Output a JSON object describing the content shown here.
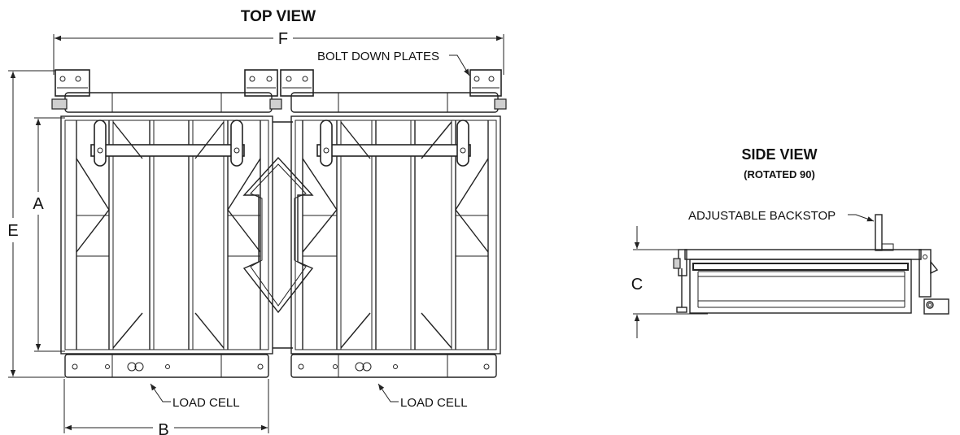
{
  "top_view": {
    "title": "TOP VIEW",
    "callout_bolt_plates": "BOLT DOWN PLATES",
    "callout_load_cell_left": "LOAD CELL",
    "callout_load_cell_right": "LOAD CELL",
    "dims": {
      "F": "F",
      "E": "E",
      "A": "A",
      "B": "B"
    }
  },
  "side_view": {
    "title": "SIDE VIEW",
    "subtitle": "(ROTATED 90)",
    "callout_backstop": "ADJUSTABLE BACKSTOP",
    "dims": {
      "C": "C"
    }
  }
}
